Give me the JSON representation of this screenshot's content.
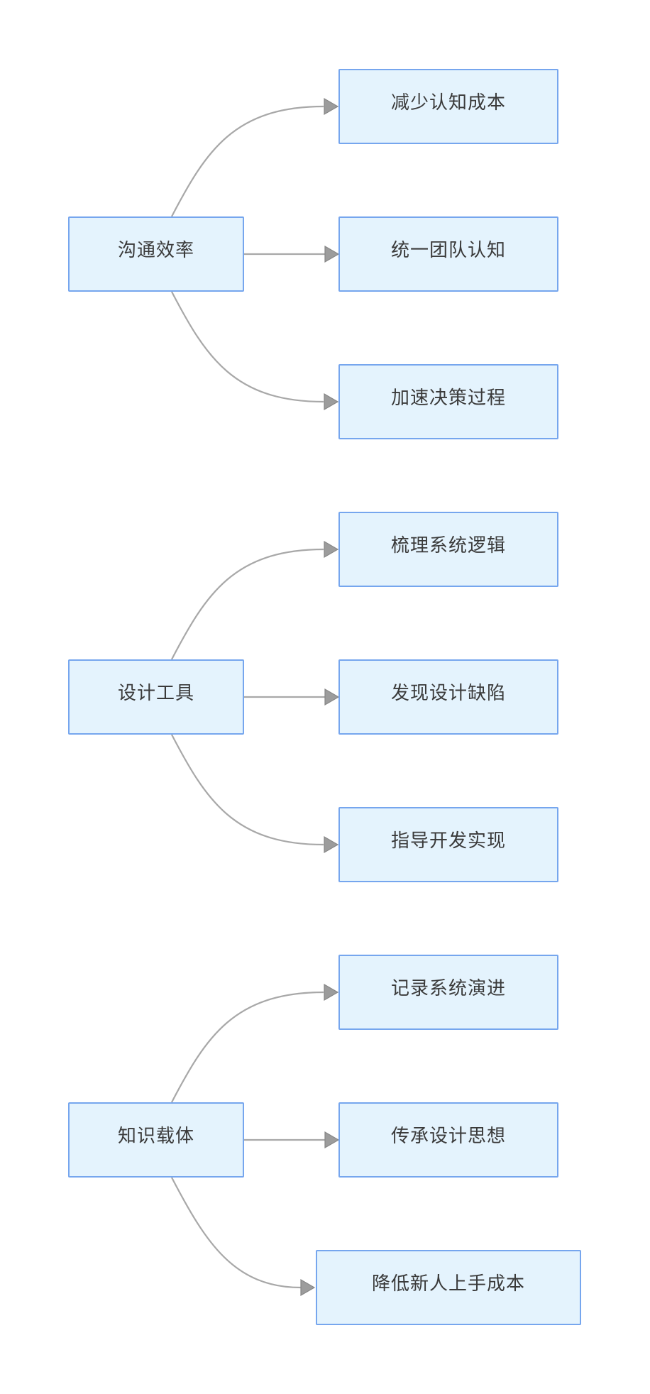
{
  "diagram": {
    "clusters": [
      {
        "source": {
          "label": "沟通效率"
        },
        "targets": [
          {
            "label": "减少认知成本"
          },
          {
            "label": "统一团队认知"
          },
          {
            "label": "加速决策过程"
          }
        ]
      },
      {
        "source": {
          "label": "设计工具"
        },
        "targets": [
          {
            "label": "梳理系统逻辑"
          },
          {
            "label": "发现设计缺陷"
          },
          {
            "label": "指导开发实现"
          }
        ]
      },
      {
        "source": {
          "label": "知识载体"
        },
        "targets": [
          {
            "label": "记录系统演进"
          },
          {
            "label": "传承设计思想"
          },
          {
            "label": "降低新人上手成本"
          }
        ]
      }
    ],
    "colors": {
      "node_fill": "#e4f3fd",
      "node_border": "#76a6ee",
      "edge": "#a8a8a8",
      "arrowhead": "#9c9c9c",
      "text": "#3a3a3a",
      "background": "#ffffff"
    }
  }
}
